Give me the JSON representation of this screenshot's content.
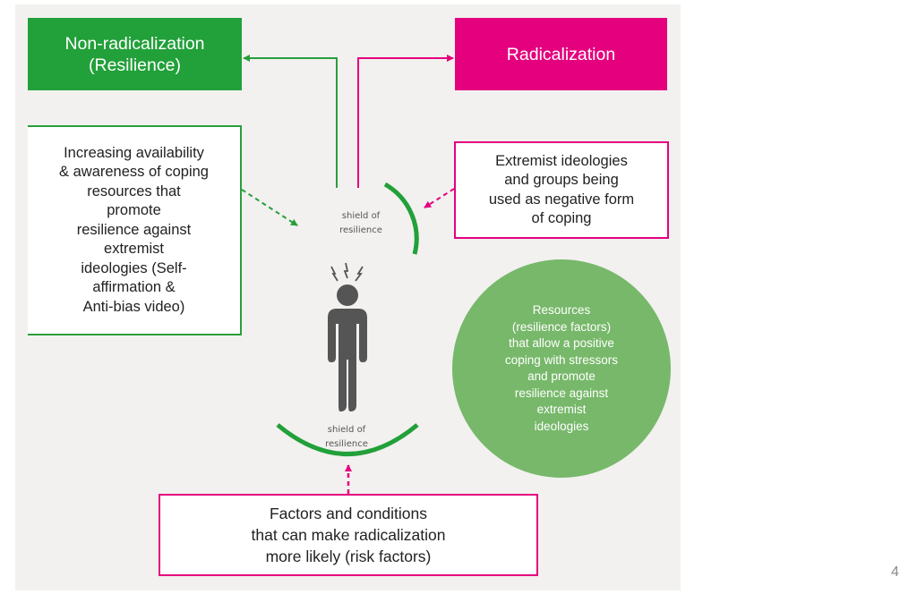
{
  "diagram": {
    "nodes": {
      "non_radicalization": {
        "label": "Non-radicalization\n(Resilience)",
        "color": "#22a03a"
      },
      "radicalization": {
        "label": "Radicalization",
        "color": "#e5007e"
      },
      "coping_resources": {
        "label": "Increasing availability\n& awareness of coping\nresources that\npromote\nresilience against\nextremist\nideologies (Self-\naffirmation &\nAnti-bias video)",
        "border_color": "#2a9e3c"
      },
      "extremist_ideologies": {
        "label": "Extremist ideologies\nand groups being\nused as negative form\nof coping",
        "border_color": "#e5007e"
      },
      "risk_factors": {
        "label": "Factors and conditions\nthat can make radicalization\nmore likely (risk factors)",
        "border_color": "#e5007e"
      },
      "resources_circle": {
        "label": "Resources\n(resilience factors)\nthat allow a positive\ncoping with stressors\nand promote\nresilience against\nextremist\nideologies",
        "color": "#77b86a"
      }
    },
    "shield_labels": {
      "top": "shield of\nresilience",
      "bottom": "shield of\nresilience"
    },
    "person_icon": "stressed-person-icon",
    "edges": [
      {
        "from": "person",
        "to": "non_radicalization",
        "style": "solid",
        "color": "#2a9e3c"
      },
      {
        "from": "person",
        "to": "radicalization",
        "style": "solid",
        "color": "#e5007e"
      },
      {
        "from": "coping_resources",
        "to": "person",
        "style": "dashed",
        "color": "#2a9e3c"
      },
      {
        "from": "extremist_ideologies",
        "to": "shield_top",
        "style": "dashed",
        "color": "#e5007e"
      },
      {
        "from": "risk_factors",
        "to": "shield_bottom",
        "style": "dashed",
        "color": "#e5007e"
      }
    ]
  },
  "page_number": "4"
}
